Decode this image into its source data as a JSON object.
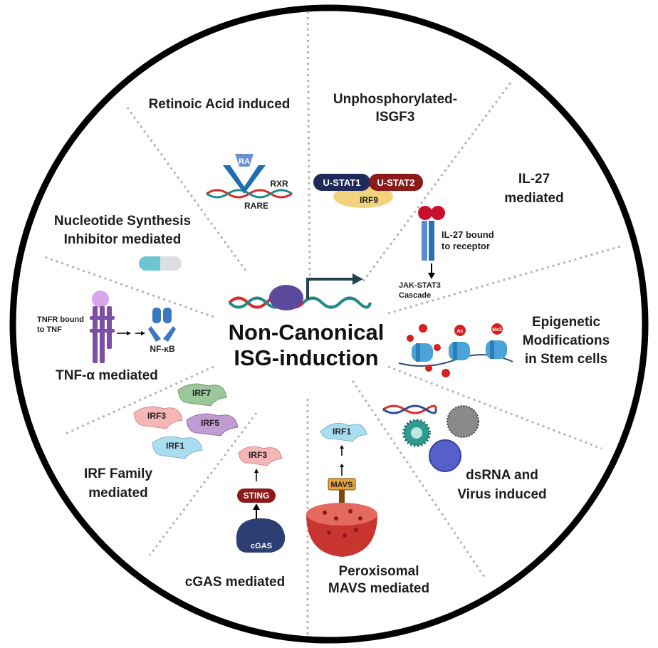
{
  "center": {
    "title_line1": "Non-Canonical",
    "title_line2": "ISG-induction"
  },
  "sectors": {
    "retinoic": {
      "title": "Retinoic Acid induced",
      "ra": "RA",
      "rxr": "RXR",
      "rare": "RARE"
    },
    "unphos": {
      "title_line1": "Unphosphorylated-",
      "title_line2": "ISGF3",
      "stat1": "U-STAT1",
      "stat2": "U-STAT2",
      "irf9": "IRF9"
    },
    "il27": {
      "title_line1": "IL-27",
      "title_line2": "mediated",
      "bound_line1": "IL-27 bound",
      "bound_line2": "to receptor",
      "cascade_line1": "JAK-STAT3",
      "cascade_line2": "Cascade"
    },
    "epigenetic": {
      "title_line1": "Epigenetic",
      "title_line2": "Modifications",
      "title_line3": "in Stem cells",
      "ac": "Ac",
      "me2": "Me2"
    },
    "dsrna": {
      "title_line1": "dsRNA and",
      "title_line2": "Virus induced"
    },
    "peroxisomal": {
      "title_line1": "Peroxisomal",
      "title_line2": "MAVS mediated",
      "irf1": "IRF1",
      "mavs": "MAVS"
    },
    "cgas": {
      "title": "cGAS mediated",
      "irf3": "IRF3",
      "sting": "STING",
      "cgas": "cGAS"
    },
    "irf_family": {
      "title_line1": "IRF Family",
      "title_line2": "mediated",
      "irf7": "IRF7",
      "irf3": "IRF3",
      "irf5": "IRF5",
      "irf1": "IRF1"
    },
    "tnf": {
      "title": "TNF-α mediated",
      "bound_line1": "TNFR bound",
      "bound_line2": "to TNF",
      "nfkb": "NF-κB"
    },
    "nucleotide": {
      "title_line1": "Nucleotide Synthesis",
      "title_line2": "Inhibitor mediated"
    }
  },
  "colors": {
    "ring": "#000000",
    "divider": "#b5b5b5",
    "dna_red": "#d92b2b",
    "dna_teal": "#1f8a8a",
    "navy": "#1f2a5a",
    "maroon": "#8b1a1a",
    "irf9_yellow": "#f2d27a",
    "receptor_blue": "#5a8fc9",
    "il27_red": "#c8102e",
    "nucleosome": "#4aa3d8",
    "peroxisome": "#c8352e",
    "mavs_orange": "#e8a23a",
    "purple": "#7b4fa3",
    "irf3_pink": "#f4b6b6",
    "irf7_green": "#9cc79a",
    "irf5_purple": "#c39bd3",
    "irf1_cyan": "#a9ddef",
    "pill_teal": "#6cc6cf"
  }
}
